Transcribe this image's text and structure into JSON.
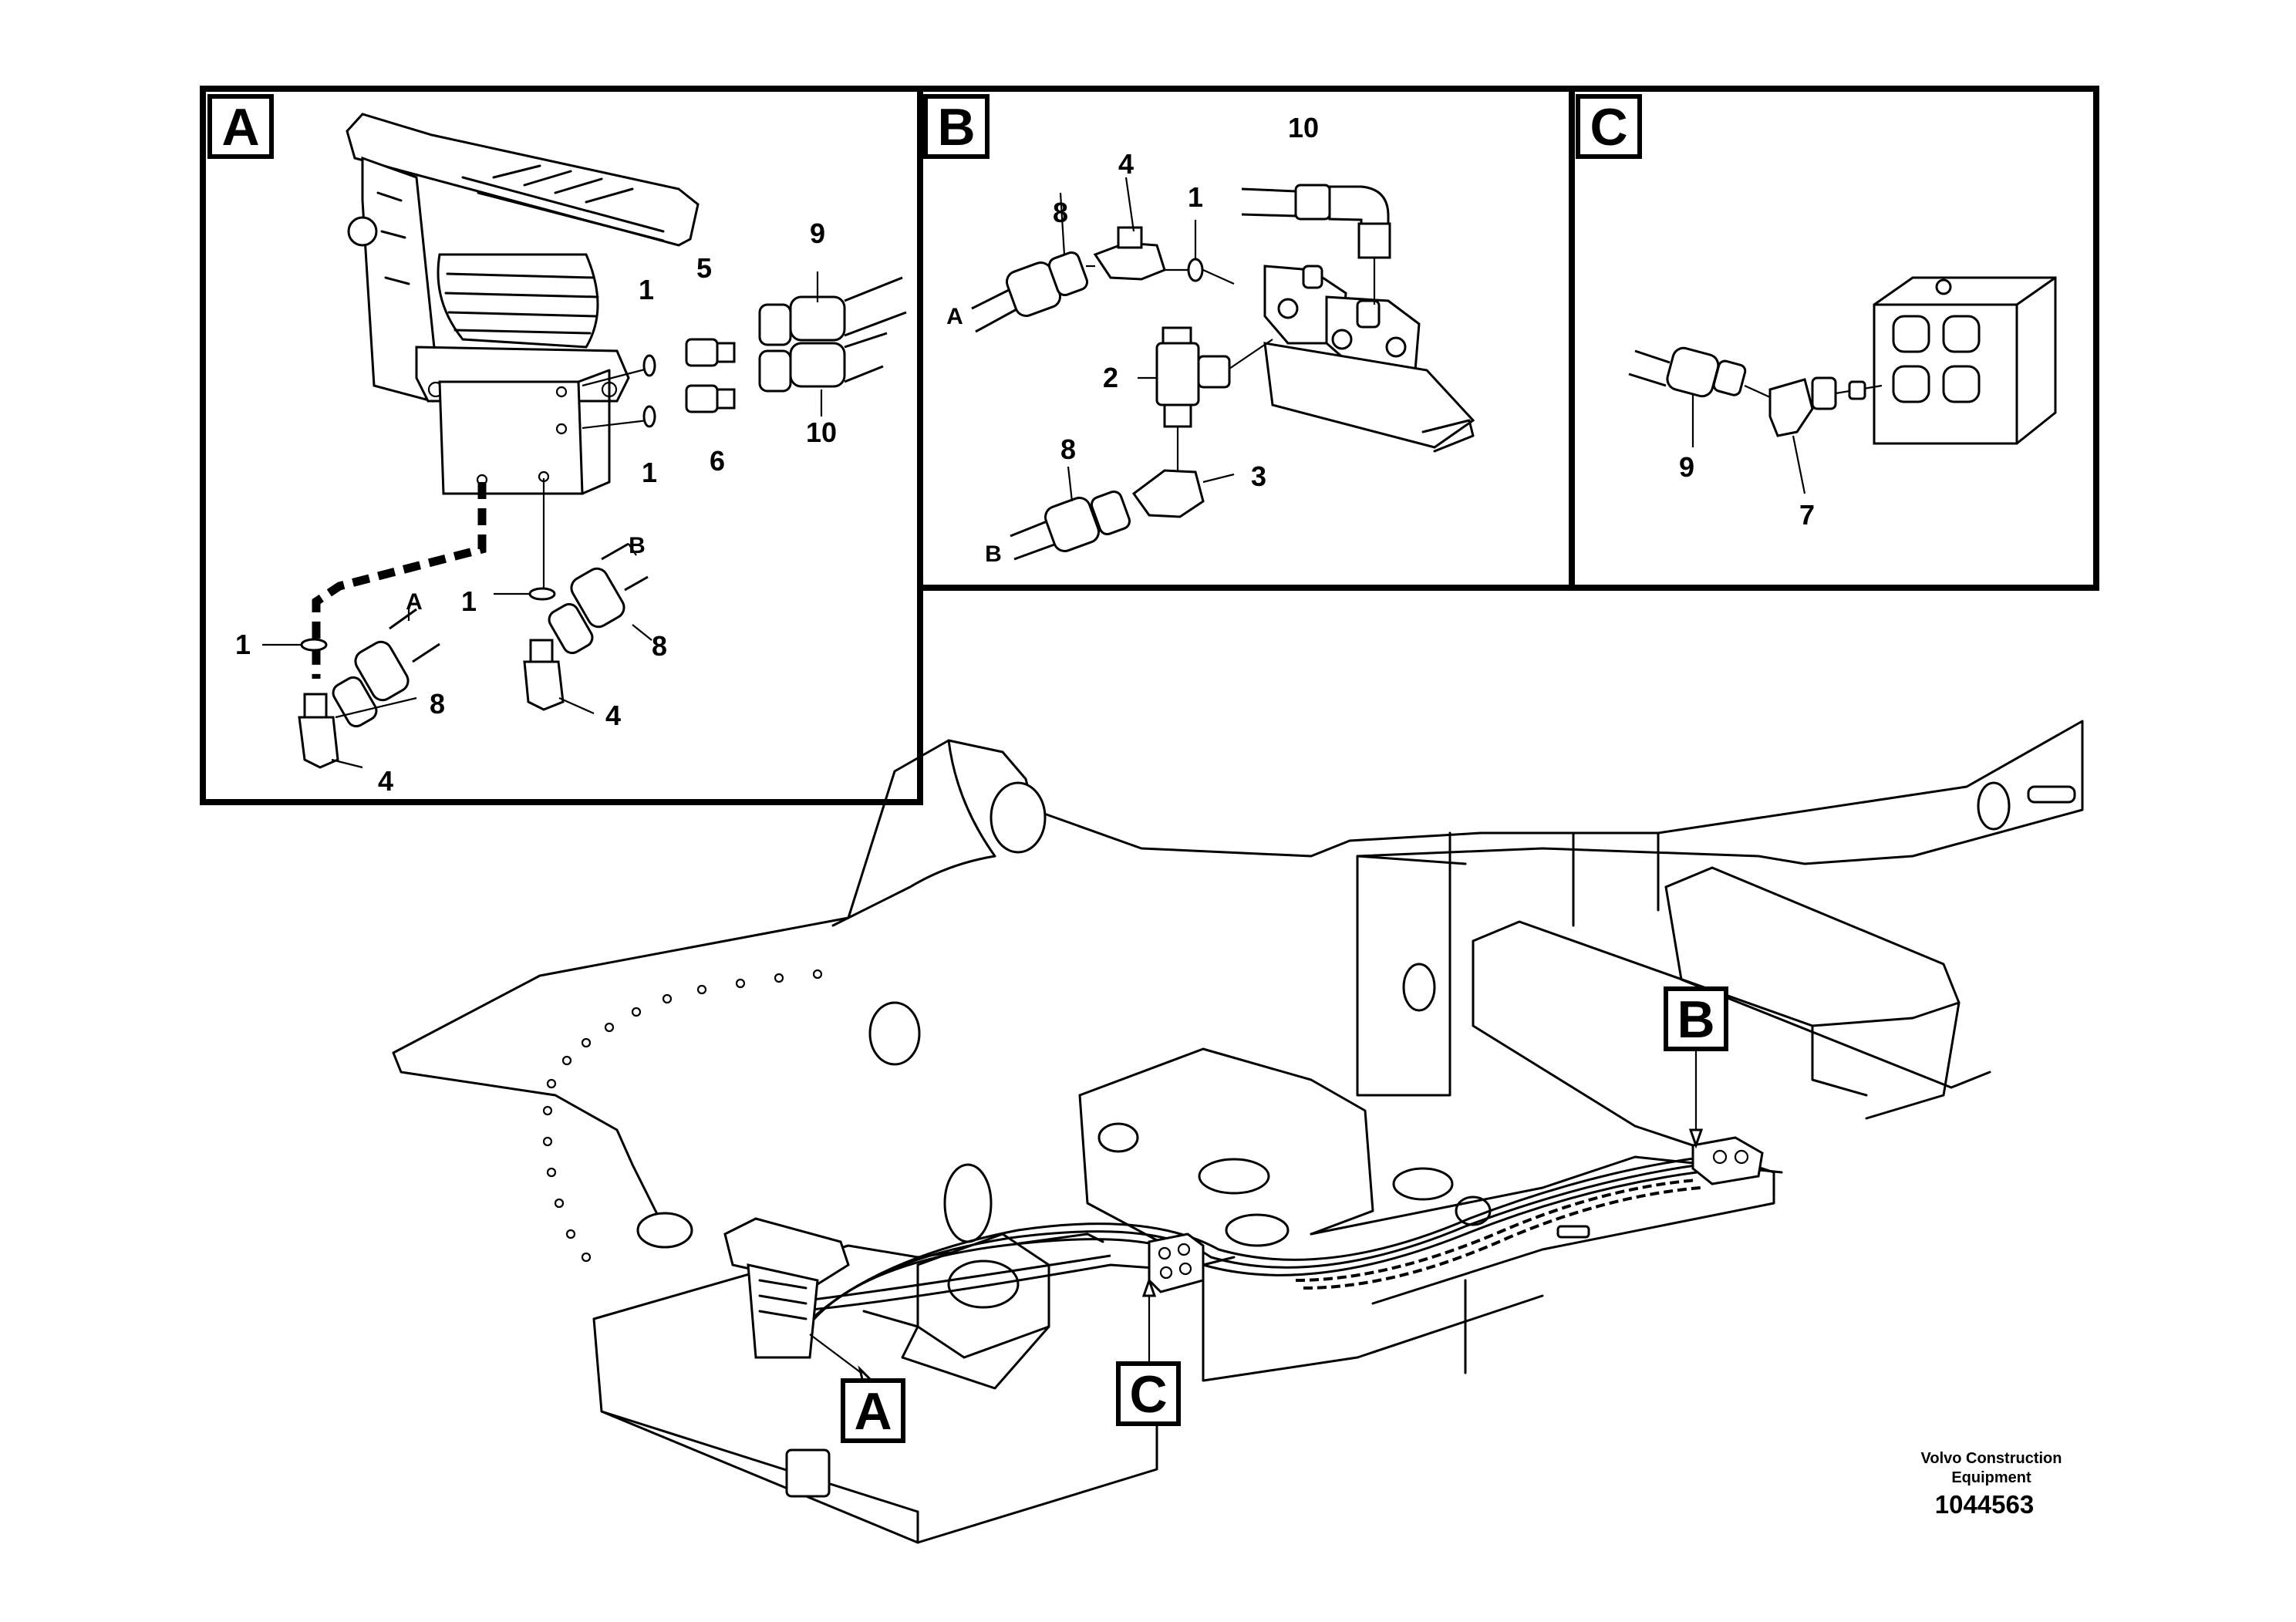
{
  "panels": {
    "a": {
      "letter": "A"
    },
    "b": {
      "letter": "B"
    },
    "c": {
      "letter": "C"
    }
  },
  "panel_a_callouts": {
    "ring_upper": "1",
    "ring_lower": "1",
    "adapter_upper": "5",
    "adapter_lower": "6",
    "hose_upper": "9",
    "hose_lower": "10",
    "ring_left": "1",
    "ring_right": "1",
    "hose_left": "8",
    "hose_right": "8",
    "elbow_left": "4",
    "elbow_right": "4",
    "port_a": "A",
    "port_b": "B"
  },
  "panel_b_callouts": {
    "hose_top": "10",
    "elbow_top": "4",
    "hose_a": "8",
    "ring": "1",
    "port_a": "A",
    "tee": "2",
    "hose_b": "8",
    "elbow_b": "3",
    "port_b": "B"
  },
  "panel_c_callouts": {
    "hose": "9",
    "elbow": "7"
  },
  "overview_tags": {
    "a": "A",
    "b": "B",
    "c": "C"
  },
  "footer": {
    "company_line1": "Volvo Construction",
    "company_line2": "Equipment",
    "drawing_number": "1044563"
  }
}
